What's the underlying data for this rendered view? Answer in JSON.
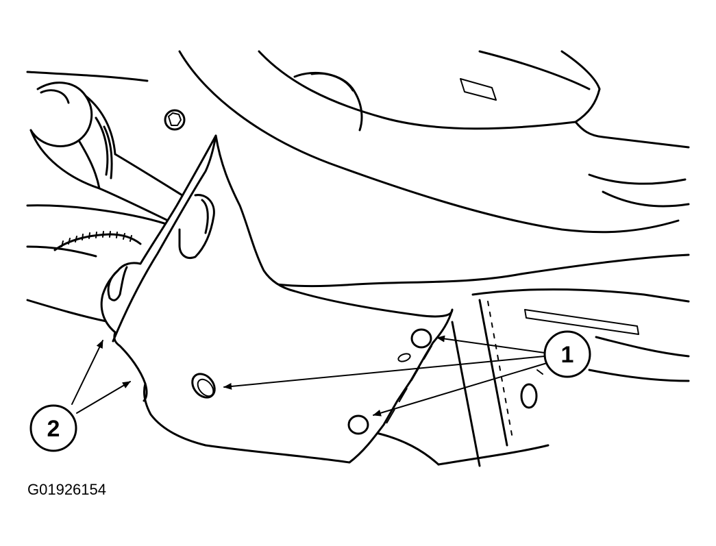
{
  "figure": {
    "id_code": "G01926154",
    "colors": {
      "line": "#000000",
      "background": "#ffffff"
    }
  },
  "callouts": [
    {
      "number": "1"
    },
    {
      "number": "2"
    }
  ]
}
